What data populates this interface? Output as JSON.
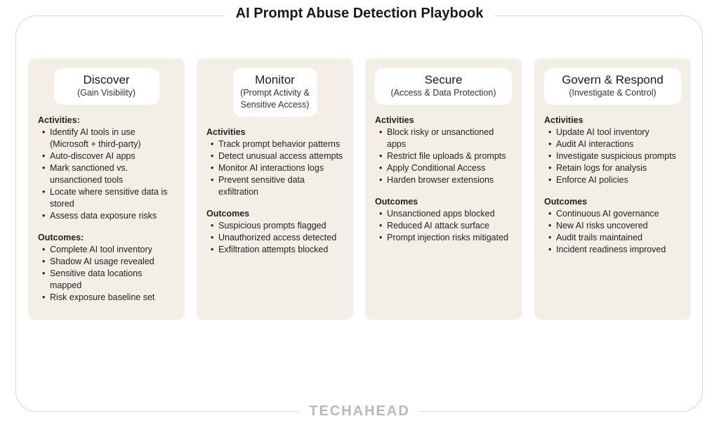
{
  "title": "AI Prompt Abuse Detection Playbook",
  "brand": "TECHAHEAD",
  "cards": [
    {
      "title": "Discover",
      "subtitle": "(Gain Visibility)",
      "activities_label": "Activities:",
      "activities": [
        "Identify AI tools in use (Microsoft + third-party)",
        "Auto-discover AI apps",
        "Mark sanctioned vs. unsanctioned tools",
        "Locate where sensitive data is stored",
        "Assess data exposure risks"
      ],
      "outcomes_label": "Outcomes:",
      "outcomes": [
        "Complete AI tool inventory",
        "Shadow AI usage revealed",
        "Sensitive data locations mapped",
        "Risk exposure baseline set"
      ]
    },
    {
      "title": "Monitor",
      "subtitle": "(Prompt Activity & Sensitive Access)",
      "activities_label": "Activities",
      "activities": [
        "Track prompt behavior patterns",
        "Detect unusual access attempts",
        "Monitor AI interactions logs",
        "Prevent sensitive data exfiltration"
      ],
      "outcomes_label": "Outcomes",
      "outcomes": [
        "Suspicious prompts flagged",
        "Unauthorized access detected",
        "Exfiltration attempts blocked"
      ]
    },
    {
      "title": "Secure",
      "subtitle": "(Access & Data Protection)",
      "activities_label": "Activities",
      "activities": [
        "Block risky or unsanctioned apps",
        "Restrict file uploads & prompts",
        "Apply Conditional Access",
        "Harden browser extensions"
      ],
      "outcomes_label": "Outcomes",
      "outcomes": [
        "Unsanctioned apps blocked",
        "Reduced AI attack surface",
        "Prompt injection risks mitigated"
      ]
    },
    {
      "title": "Govern & Respond",
      "subtitle": "(Investigate & Control)",
      "activities_label": "Activities",
      "activities": [
        "Update AI tool inventory",
        "Audit AI interactions",
        "Investigate suspicious prompts",
        "Retain logs for analysis",
        "Enforce AI policies"
      ],
      "outcomes_label": "Outcomes",
      "outcomes": [
        "Continuous AI governance",
        "New AI risks uncovered",
        "Audit trails maintained",
        "Incident readiness improved"
      ]
    }
  ]
}
